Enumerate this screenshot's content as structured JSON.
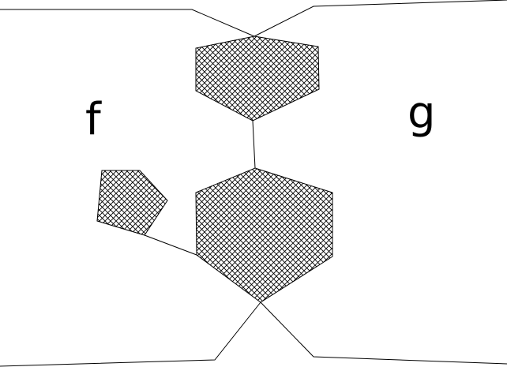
{
  "labels": {
    "left_region": "f",
    "right_region": "g"
  },
  "colors": {
    "stroke": "#000000",
    "hatch": "#000000",
    "background": "#ffffff"
  },
  "shapes": {
    "top_hexagon": {
      "kind": "hexagon",
      "fill": "crosshatch"
    },
    "bottom_hexagon": {
      "kind": "hexagon",
      "fill": "crosshatch"
    },
    "pentagon": {
      "kind": "pentagon",
      "fill": "crosshatch"
    }
  }
}
